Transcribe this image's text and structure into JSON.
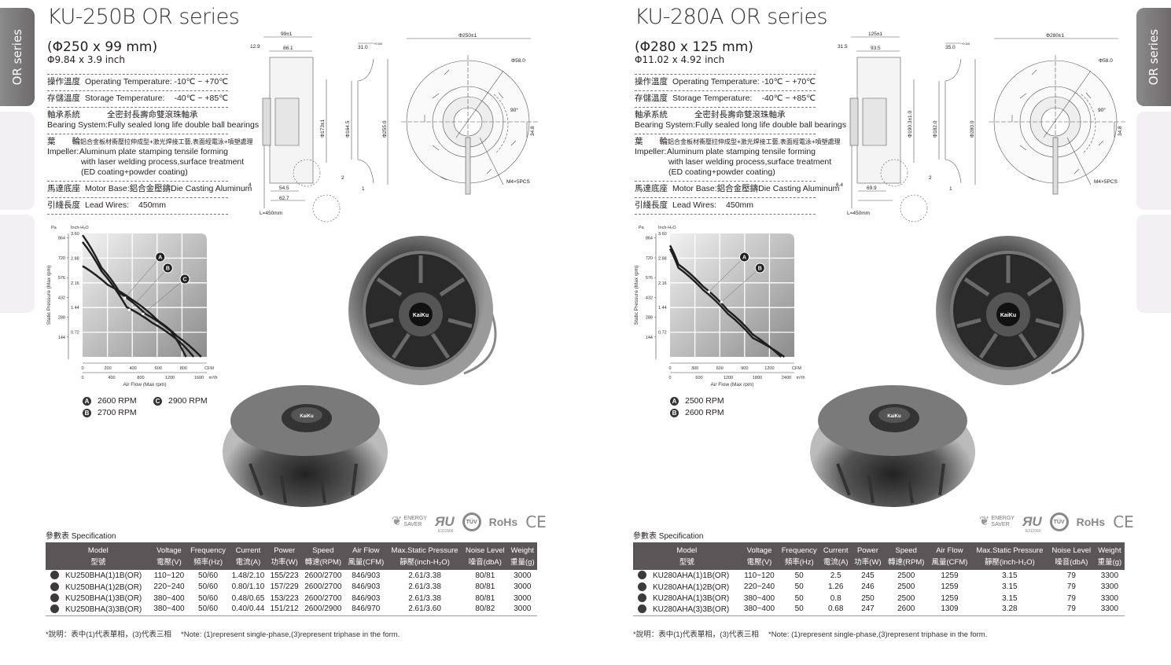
{
  "side_tabs": {
    "active_label": "OR series"
  },
  "panels": [
    {
      "title": "KU-250B OR series",
      "size_mm": "(Φ250 x 99 mm)",
      "size_inch": "Φ9.84 x 3.9 inch",
      "specs": {
        "op_temp_zh": "操作溫度",
        "op_temp_label": "Operating Temperature:",
        "op_temp_value": "-10℃ ~ +70℃",
        "st_temp_zh": "存儲溫度",
        "st_temp_label": "Storage Temperature:",
        "st_temp_value": "-40℃ ~ +85℃",
        "bearing_zh": "軸承系統",
        "bearing_zh_value": "全密封長壽命雙滾珠軸承",
        "bearing_label": "Bearing System:",
        "bearing_value": "Fully sealed long life double ball bearings",
        "impeller_zh": "葉　　輪",
        "impeller_zh_value": "鋁合金板材衝壓拉伸成型+激光焊接工藝,表面經電泳+噴塑處理",
        "impeller_label": "Impeller:",
        "impeller_line1": "Aluminum plate stamping tensile forming",
        "impeller_line2": "with laser welding process,surface treatment",
        "impeller_line3": "(ED coating+powder coating)",
        "motor_zh": "馬達底座",
        "motor_label": "Motor Base:",
        "motor_zh_value": "鋁合金壓鑄",
        "motor_value": "Die Casting Aluminum",
        "lead_zh": "引綫長度",
        "lead_label": "Lead Wires:",
        "lead_value": "450mm"
      },
      "drawing": {
        "width_total": "99±1",
        "front_offset": "12.9",
        "body_depth": "86.1",
        "inlet_depth": "31.0",
        "tol": "+0.5/0",
        "d_inner": "Φ173±1",
        "d_inlet": "Φ164.5",
        "d_outlet": "Φ255.0",
        "d_outer": "Φ250±1",
        "d_hub": "Φ58.0",
        "angle": "90°",
        "offset": "34.8",
        "holes": "M4×5PCS",
        "base_a": "54.5",
        "base_b": "62.7",
        "lip": "2",
        "gap": "1",
        "wire_offset": "4",
        "lead": "L=450mm"
      },
      "chart_data": {
        "type": "line",
        "pa_label": "Pa",
        "inch_label": "Inch-H₂O",
        "ylabel": "Static Pressure (Max rpm)",
        "xlabel": "Air Flow (Max rpm)",
        "x_unit": "CFM",
        "x2_unit": "m³/h",
        "xlim": [
          0,
          985
        ],
        "ylim": [
          0,
          3.6
        ],
        "x_ticks": [
          "0",
          "200",
          "400",
          "600",
          "800"
        ],
        "x_tick_values": [
          0,
          200,
          400,
          600,
          800
        ],
        "x2_ticks": [
          "0",
          "400",
          "800",
          "1200",
          "1600"
        ],
        "x2_tick_values": [
          0,
          400,
          800,
          1200,
          1600
        ],
        "y_ticks": [
          "0.72",
          "1.44",
          "2.16",
          "2.88",
          "3.60"
        ],
        "y_tick_values": [
          0.72,
          1.44,
          2.16,
          2.88,
          3.6
        ],
        "pa_ticks": [
          "144",
          "288",
          "432",
          "576",
          "720",
          "864"
        ],
        "pa_tick_values": [
          144,
          288,
          432,
          576,
          720,
          864
        ],
        "series": [
          {
            "name": "A",
            "label": "2600 RPM",
            "x": [
              0,
              150,
              300,
              500,
              700,
              820
            ],
            "y": [
              3.55,
              2.6,
              1.85,
              1.25,
              0.75,
              0
            ],
            "marker": [
              335,
              1.72
            ]
          },
          {
            "name": "B",
            "label": "2700 RPM",
            "x": [
              0,
              150,
              350,
              550,
              750,
              880
            ],
            "y": [
              3.35,
              2.5,
              1.45,
              1.0,
              0.5,
              0
            ],
            "marker": [
              370,
              1.37
            ]
          },
          {
            "name": "C",
            "label": "2900 RPM",
            "x": [
              0,
              200,
              400,
              600,
              750,
              940
            ],
            "y": [
              2.65,
              2.1,
              1.65,
              1.05,
              0.6,
              0
            ],
            "marker": [
              480,
              1.25
            ]
          }
        ]
      },
      "spec_label": "參數表 Specification",
      "table": {
        "headers_en": [
          "Model",
          "Voltage",
          "Frequency",
          "Current",
          "Power",
          "Speed",
          "Air Flow",
          "Max.Static Pressure",
          "Noise Level",
          "Weight"
        ],
        "headers_zh": [
          "型號",
          "電壓(V)",
          "頻率(Hz)",
          "電流(A)",
          "功率(W)",
          "轉速(RPM)",
          "風量(CFM)",
          "靜壓(inch-H₂O)",
          "噪音(dbA)",
          "重量(g)"
        ],
        "rows": [
          [
            "KU250BHA(1)1B(OR)",
            "110~120",
            "50/60",
            "1.48/2.10",
            "155/223",
            "2600/2700",
            "846/903",
            "2.61/3.38",
            "80/81",
            "3000"
          ],
          [
            "KU250BHA(1)2B(OR)",
            "220~240",
            "50/60",
            "0.80/1.10",
            "157/229",
            "2600/2700",
            "846/903",
            "2.61/3.38",
            "80/81",
            "3000"
          ],
          [
            "KU250BHA(1)3B(OR)",
            "380~400",
            "50/60",
            "0.48/0.65",
            "153/223",
            "2600/2700",
            "846/903",
            "2.61/3.38",
            "80/81",
            "3000"
          ],
          [
            "KU250BHA(3)3B(OR)",
            "380~400",
            "50/60",
            "0.40/0.44",
            "151/212",
            "2600/2900",
            "846/970",
            "2.61/3.60",
            "80/82",
            "3000"
          ]
        ]
      },
      "note": "*說明：表中(1)代表單相，(3)代表三相　 *Note: (1)represent single-phase,(3)represent triphase in the form.",
      "certs": {
        "energy_1": "ENERGY",
        "energy_2": "SAVER",
        "ul": "ЯU",
        "ul_no": "E311566",
        "tuv": "TÜV",
        "rohs": "RoHs",
        "ce": "CE"
      },
      "hub_logo": "KaiKu"
    },
    {
      "title": "KU-280A OR series",
      "size_mm": "(Φ280 x 125 mm)",
      "size_inch": "Φ11.02 x 4.92 inch",
      "specs": {
        "op_temp_zh": "操作溫度",
        "op_temp_label": "Operating Temperature:",
        "op_temp_value": "-10℃ ~ +70℃",
        "st_temp_zh": "存儲溫度",
        "st_temp_label": "Storage Temperature:",
        "st_temp_value": "-40℃ ~ +85℃",
        "bearing_zh": "軸承系統",
        "bearing_zh_value": "全密封長壽命雙滾珠軸承",
        "bearing_label": "Bearing System:",
        "bearing_value": "Fully sealed long life double ball bearings",
        "impeller_zh": "葉　　輪",
        "impeller_zh_value": "鋁合金板材衝壓拉伸成型+激光焊接工藝,表面經電泳+噴塑處理",
        "impeller_label": "Impeller:",
        "impeller_line1": "Aluminum plate stamping tensile forming",
        "impeller_line2": "with laser welding process,surface treatment",
        "impeller_line3": "(ED coating+powder coating)",
        "motor_zh": "馬達底座",
        "motor_label": "Motor Base:",
        "motor_zh_value": "鋁合金壓鑄",
        "motor_value": "Die Casting Aluminum",
        "lead_zh": "引綫長度",
        "lead_label": "Lead Wires:",
        "lead_value": "450mm"
      },
      "drawing": {
        "width_total": "125±1",
        "front_offset": "31.5",
        "body_depth": "93.5",
        "inlet_depth": "35.0",
        "tol": "+0.5/0",
        "d_inner": "Φ190.3±1.0",
        "d_inlet": "Φ182.0",
        "d_outlet": "Φ280.0",
        "d_outer": "Φ280±1",
        "d_hub": "Φ58.0",
        "angle": "90°",
        "offset": "34.8",
        "holes": "M4×5PCS",
        "base_a": "69.9",
        "base_b": null,
        "lip": "2",
        "gap": "1",
        "wire_offset": "6.4",
        "lead": "L=450mm"
      },
      "chart_data": {
        "type": "line",
        "pa_label": "Pa",
        "inch_label": "Inch-H₂O",
        "ylabel": "Static Pressure (Max rpm)",
        "xlabel": "Air Flow (Max rpm)",
        "x_unit": "CFM",
        "x2_unit": "m³/h",
        "xlim": [
          0,
          1500
        ],
        "ylim": [
          0,
          3.6
        ],
        "x_ticks": [
          "0",
          "300",
          "600",
          "900",
          "1200"
        ],
        "x_tick_values": [
          0,
          300,
          600,
          900,
          1200
        ],
        "x2_ticks": [
          "0",
          "600",
          "1200",
          "1800",
          "2400"
        ],
        "x2_tick_values": [
          0,
          600,
          1200,
          1800,
          2400
        ],
        "y_ticks": [
          "0.72",
          "1.44",
          "2.16",
          "2.88",
          "3.60"
        ],
        "y_tick_values": [
          0.72,
          1.44,
          2.16,
          2.88,
          3.6
        ],
        "pa_ticks": [
          "144",
          "288",
          "432",
          "576",
          "720",
          "864"
        ],
        "pa_tick_values": [
          144,
          288,
          432,
          576,
          720,
          864
        ],
        "series": [
          {
            "name": "A",
            "label": "2500 RPM",
            "x": [
              0,
              100,
              400,
              700,
              1000,
              1340
            ],
            "y": [
              3.25,
              2.7,
              2.05,
              1.35,
              0.65,
              0
            ],
            "marker": [
              470,
              1.9
            ]
          },
          {
            "name": "B",
            "label": "2600 RPM",
            "x": [
              0,
              100,
              400,
              700,
              1000,
              1380
            ],
            "y": [
              3.15,
              2.6,
              1.95,
              1.25,
              0.55,
              0
            ],
            "marker": [
              620,
              1.6
            ]
          }
        ]
      },
      "spec_label": "參數表 Specification",
      "table": {
        "headers_en": [
          "Model",
          "Voltage",
          "Frequency",
          "Current",
          "Power",
          "Speed",
          "Air Flow",
          "Max.Static Pressure",
          "Noise Level",
          "Weight"
        ],
        "headers_zh": [
          "型號",
          "電壓(V)",
          "頻率(Hz)",
          "電流(A)",
          "功率(W)",
          "轉速(RPM)",
          "風量(CFM)",
          "靜壓(inch-H₂O)",
          "噪音(dbA)",
          "重量(g)"
        ],
        "rows": [
          [
            "KU280AHA(1)1B(OR)",
            "110~120",
            "50",
            "2.5",
            "245",
            "2500",
            "1259",
            "3.15",
            "79",
            "3300"
          ],
          [
            "KU280AHA(1)2B(OR)",
            "220~240",
            "50",
            "1.26",
            "246",
            "2500",
            "1259",
            "3.15",
            "79",
            "3300"
          ],
          [
            "KU280AHA(1)3B(OR)",
            "380~400",
            "50",
            "0.8",
            "250",
            "2500",
            "1259",
            "3.15",
            "79",
            "3300"
          ],
          [
            "KU280AHA(3)3B(OR)",
            "380~400",
            "50",
            "0.68",
            "247",
            "2600",
            "1309",
            "3.28",
            "79",
            "3300"
          ]
        ]
      },
      "note": "*說明：表中(1)代表單相，(3)代表三相　 *Note: (1)represent single-phase,(3)represent triphase in the form.",
      "certs": {
        "energy_1": "ENERGY",
        "energy_2": "SAVER",
        "ul": "ЯU",
        "ul_no": "E311566",
        "tuv": "TÜV",
        "rohs": "RoHs",
        "ce": "CE"
      },
      "hub_logo": "KaiKu"
    }
  ]
}
